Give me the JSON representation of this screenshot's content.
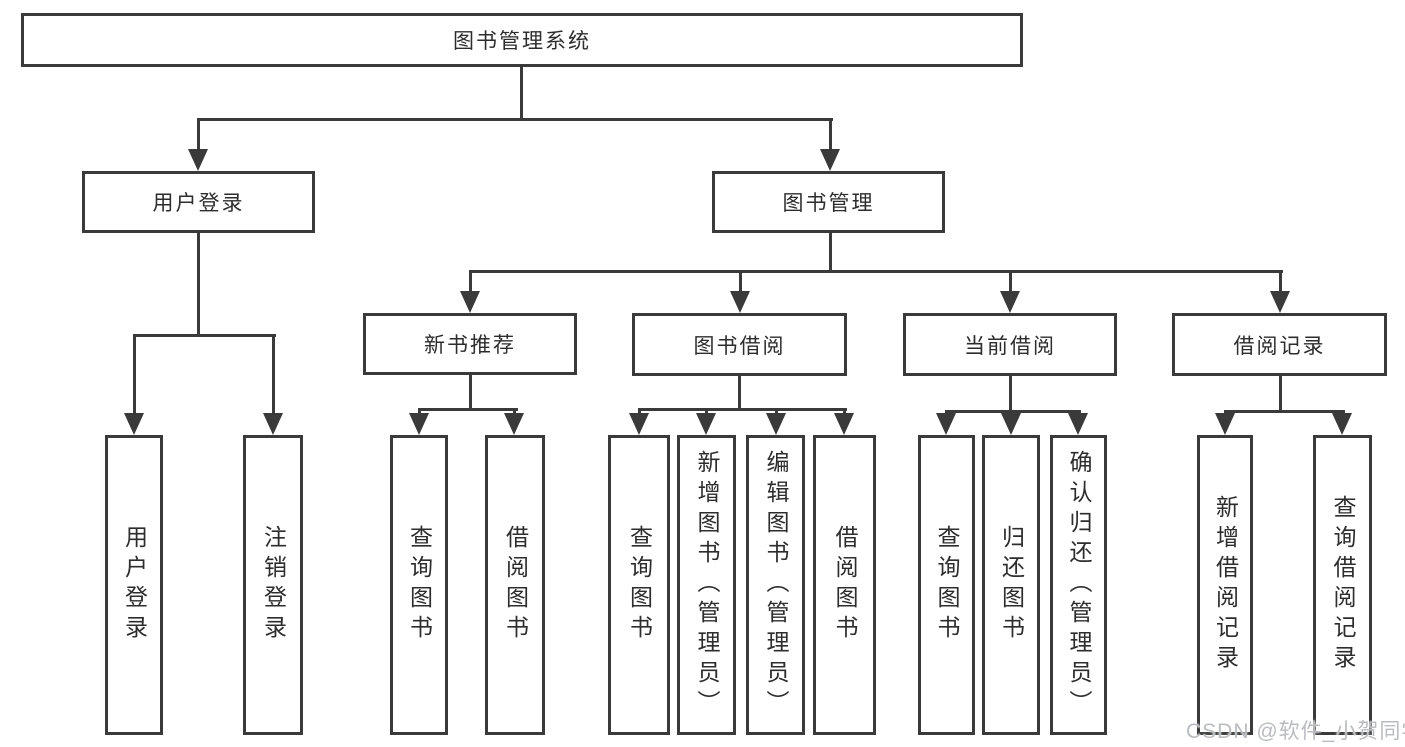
{
  "diagram": {
    "title": "图书管理系统",
    "root": {
      "label": "图书管理系统"
    },
    "level2": [
      {
        "label": "用户登录"
      },
      {
        "label": "图书管理"
      }
    ],
    "level3": [
      {
        "label": "新书推荐"
      },
      {
        "label": "图书借阅"
      },
      {
        "label": "当前借阅"
      },
      {
        "label": "借阅记录"
      }
    ],
    "leaves": [
      {
        "label": "用户登录"
      },
      {
        "label": "注销登录"
      },
      {
        "label": "查询图书"
      },
      {
        "label": "借阅图书"
      },
      {
        "label": "查询图书"
      },
      {
        "label": "新增图书（管理员）"
      },
      {
        "label": "编辑图书（管理员）"
      },
      {
        "label": "借阅图书"
      },
      {
        "label": "查询图书"
      },
      {
        "label": "归还图书"
      },
      {
        "label": "确认归还（管理员）"
      },
      {
        "label": "新增借阅记录"
      },
      {
        "label": "查询借阅记录"
      }
    ],
    "colors": {
      "line": "#3a3a3a",
      "border": "#3a3a3a",
      "text": "#2d2d2d",
      "background": "#ffffff",
      "watermark": "#b9bdc1"
    }
  },
  "watermark": {
    "text": "CSDN @软件_小贺同学"
  }
}
